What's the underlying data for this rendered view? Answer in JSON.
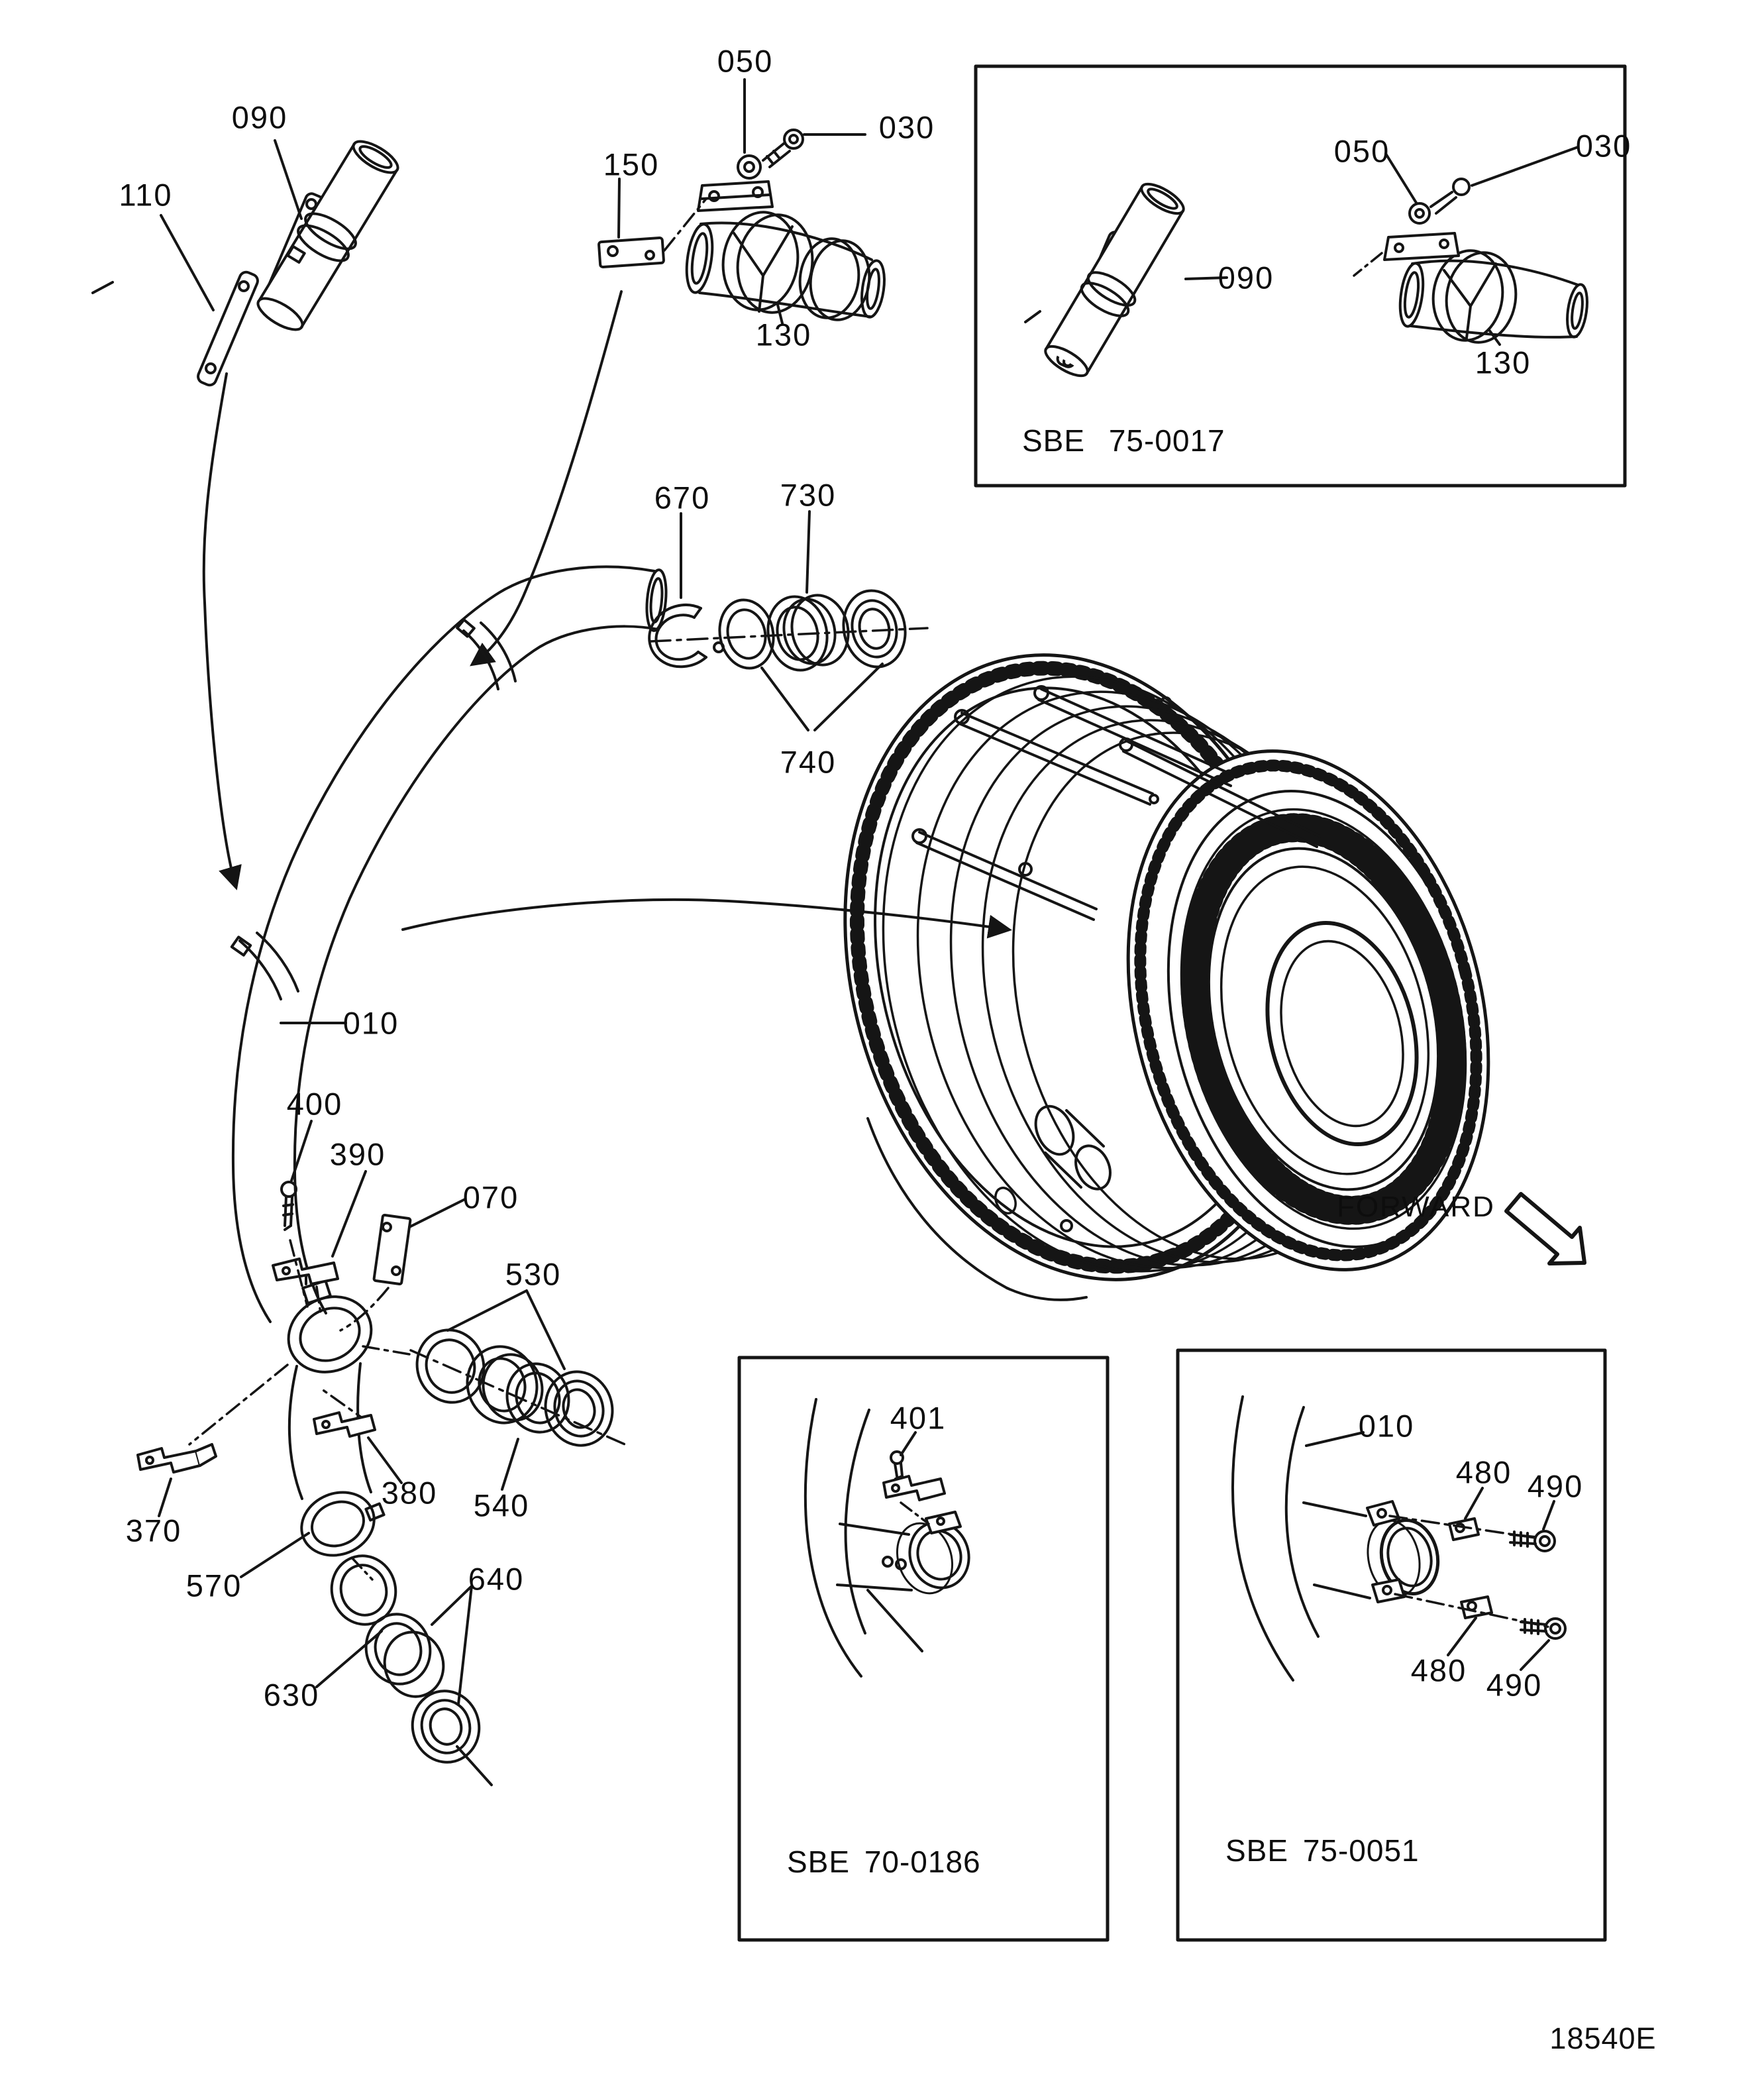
{
  "figure": {
    "code": "18540E",
    "forward_label": "FORWARD"
  },
  "inset_boxes": {
    "top_right": {
      "code": "SBE 75-0017"
    },
    "bottom_mid": {
      "code": "SBE 70-0186"
    },
    "bottom_right": {
      "code": "SBE 75-0051"
    }
  },
  "callouts": [
    {
      "label": "090",
      "region": "top-left-clamp"
    },
    {
      "label": "110",
      "region": "top-left-clamp"
    },
    {
      "label": "050",
      "region": "top-center-assembly"
    },
    {
      "label": "030",
      "region": "top-center-assembly"
    },
    {
      "label": "150",
      "region": "top-center-assembly"
    },
    {
      "label": "130",
      "region": "top-center-assembly"
    },
    {
      "label": "670",
      "region": "seal-ring-row"
    },
    {
      "label": "730",
      "region": "seal-ring-row"
    },
    {
      "label": "740",
      "region": "seal-ring-row"
    },
    {
      "label": "010",
      "region": "main-duct"
    },
    {
      "label": "400",
      "region": "duct-attach-parts"
    },
    {
      "label": "390",
      "region": "duct-attach-parts"
    },
    {
      "label": "070",
      "region": "duct-attach-parts"
    },
    {
      "label": "530",
      "region": "coupling-seal-set"
    },
    {
      "label": "380",
      "region": "duct-attach-parts"
    },
    {
      "label": "540",
      "region": "coupling-seal-set"
    },
    {
      "label": "370",
      "region": "duct-attach-parts"
    },
    {
      "label": "570",
      "region": "duct-end-clamp"
    },
    {
      "label": "640",
      "region": "end-seal-rings"
    },
    {
      "label": "630",
      "region": "end-seal-rings"
    },
    {
      "label": "050",
      "region": "inset-75-0017"
    },
    {
      "label": "030",
      "region": "inset-75-0017"
    },
    {
      "label": "090",
      "region": "inset-75-0017"
    },
    {
      "label": "130",
      "region": "inset-75-0017"
    },
    {
      "label": "401",
      "region": "inset-70-0186"
    },
    {
      "label": "010",
      "region": "inset-75-0051"
    },
    {
      "label": "480",
      "region": "inset-75-0051-upper"
    },
    {
      "label": "490",
      "region": "inset-75-0051-upper"
    },
    {
      "label": "480",
      "region": "inset-75-0051-lower"
    },
    {
      "label": "490",
      "region": "inset-75-0051-lower"
    }
  ]
}
